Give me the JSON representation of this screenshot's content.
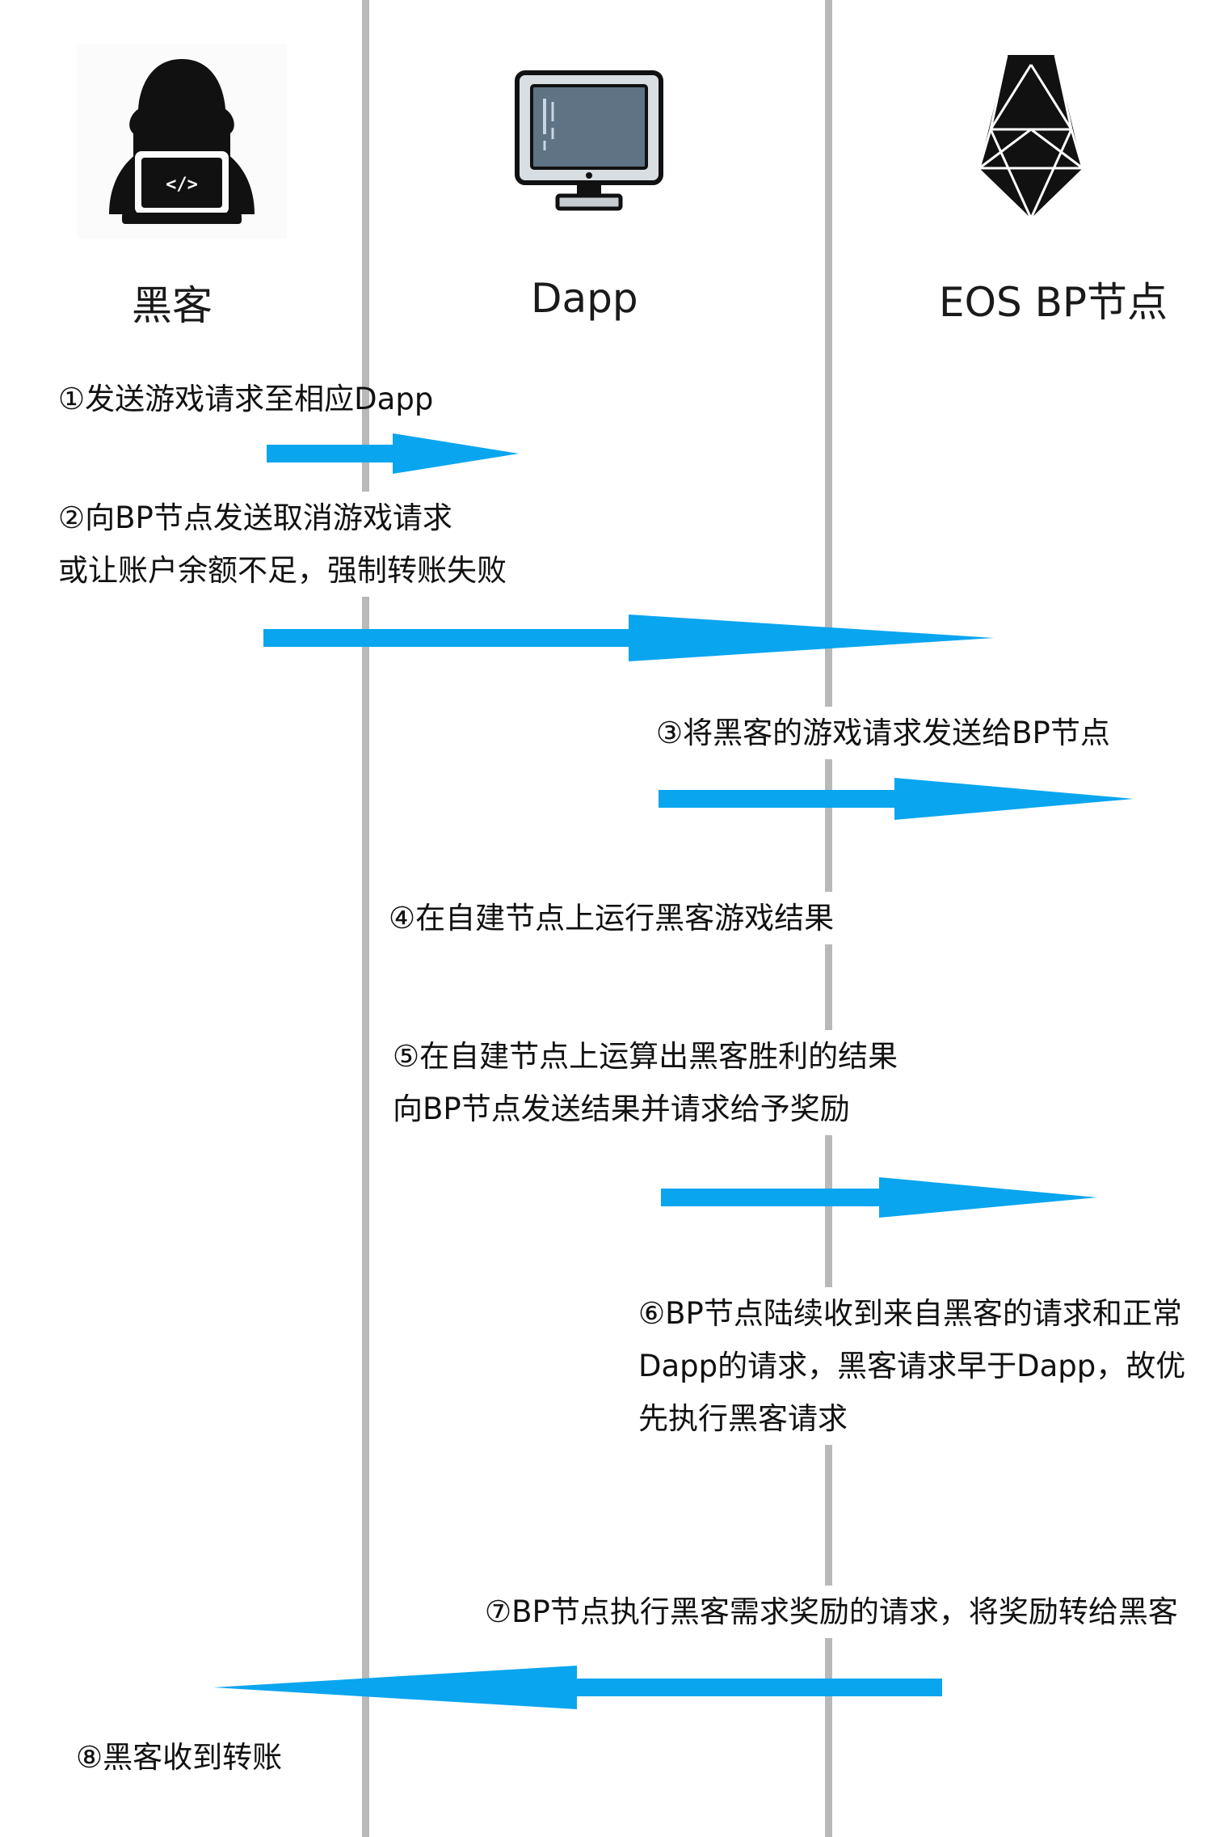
{
  "actors": [
    {
      "id": "hacker",
      "label": "黑客",
      "icon": "hooded-hacker-laptop-icon"
    },
    {
      "id": "dapp",
      "label": "Dapp",
      "icon": "computer-monitor-icon"
    },
    {
      "id": "eos",
      "label": "EOS BP节点",
      "icon": "eos-logo-icon"
    }
  ],
  "steps": [
    {
      "lines": [
        "①发送游戏请求至相应Dapp"
      ],
      "from": "hacker",
      "to": "dapp"
    },
    {
      "lines": [
        "②向BP节点发送取消游戏请求",
        "或让账户余额不足，强制转账失败"
      ],
      "from": "hacker",
      "to": "eos"
    },
    {
      "lines": [
        "③将黑客的游戏请求发送给BP节点"
      ],
      "from": "dapp",
      "to": "eos"
    },
    {
      "lines": [
        "④在自建节点上运行黑客游戏结果"
      ]
    },
    {
      "lines": [
        "⑤在自建节点上运算出黑客胜利的结果",
        "向BP节点发送结果并请求给予奖励"
      ],
      "from": "dapp",
      "to": "eos"
    },
    {
      "lines": [
        "⑥BP节点陆续收到来自黑客的请求和正常",
        "Dapp的请求，黑客请求早于Dapp，故优",
        "先执行黑客请求"
      ]
    },
    {
      "lines": [
        "⑦BP节点执行黑客需求奖励的请求，将奖励转给黑客"
      ],
      "from": "eos",
      "to": "hacker"
    },
    {
      "lines": [
        "⑧黑客收到转账"
      ]
    }
  ],
  "colors": {
    "arrow": "#0aa5ef",
    "lifeline": "#b9b9b9",
    "icon": "#111111"
  }
}
